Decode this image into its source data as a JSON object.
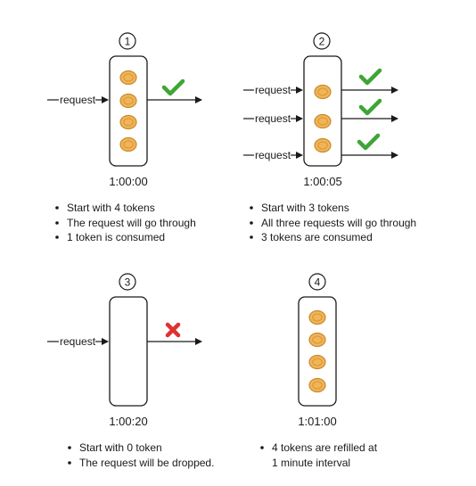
{
  "colors": {
    "stroke": "#1a1a1a",
    "token_fill": "#f0b45a",
    "token_edge": "#c98a2a",
    "check": "#3fa535",
    "cross": "#e03131"
  },
  "icons": {
    "token": "coin-token-icon",
    "pass": "checkmark-icon",
    "drop": "cross-icon"
  },
  "request_label": "request",
  "panels": [
    {
      "number": "1",
      "time": "1:00:00",
      "tokens": 4,
      "requests": 1,
      "outcome": "pass",
      "bullets": [
        "Start with 4 tokens",
        "The request will go through",
        "1 token is consumed"
      ]
    },
    {
      "number": "2",
      "time": "1:00:05",
      "tokens": 3,
      "requests": 3,
      "outcome": "pass",
      "bullets": [
        "Start with 3 tokens",
        "All three requests will go through",
        "3 tokens are consumed"
      ]
    },
    {
      "number": "3",
      "time": "1:00:20",
      "tokens": 0,
      "requests": 1,
      "outcome": "drop",
      "bullets": [
        "Start with 0 token",
        "The request will be dropped."
      ]
    },
    {
      "number": "4",
      "time": "1:01:00",
      "tokens": 4,
      "requests": 0,
      "outcome": "none",
      "bullets": [
        "4 tokens are refilled at",
        "1 minute interval"
      ]
    }
  ]
}
